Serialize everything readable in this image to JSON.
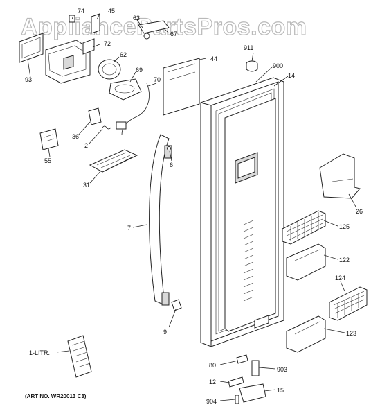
{
  "watermark": "AppliancePartsPros.com",
  "art_number": "(ART NO. WR20013 C3)",
  "callouts": [
    {
      "id": "74",
      "text": "74"
    },
    {
      "id": "45",
      "text": "45"
    },
    {
      "id": "63",
      "text": "63"
    },
    {
      "id": "67",
      "text": "67"
    },
    {
      "id": "72",
      "text": "72"
    },
    {
      "id": "62",
      "text": "62"
    },
    {
      "id": "93",
      "text": "93"
    },
    {
      "id": "69",
      "text": "69"
    },
    {
      "id": "70",
      "text": "70"
    },
    {
      "id": "44",
      "text": "44"
    },
    {
      "id": "911",
      "text": "911"
    },
    {
      "id": "900",
      "text": "900"
    },
    {
      "id": "14",
      "text": "14"
    },
    {
      "id": "36",
      "text": "36"
    },
    {
      "id": "2",
      "text": "2"
    },
    {
      "id": "55",
      "text": "55"
    },
    {
      "id": "6",
      "text": "6"
    },
    {
      "id": "31",
      "text": "31"
    },
    {
      "id": "26",
      "text": "26"
    },
    {
      "id": "7",
      "text": "7"
    },
    {
      "id": "125",
      "text": "125"
    },
    {
      "id": "122",
      "text": "122"
    },
    {
      "id": "124",
      "text": "124"
    },
    {
      "id": "9",
      "text": "9"
    },
    {
      "id": "123",
      "text": "123"
    },
    {
      "id": "1-litr",
      "text": "1-LITR."
    },
    {
      "id": "80",
      "text": "80"
    },
    {
      "id": "903",
      "text": "903"
    },
    {
      "id": "12",
      "text": "12"
    },
    {
      "id": "15",
      "text": "15"
    },
    {
      "id": "904",
      "text": "904"
    }
  ]
}
